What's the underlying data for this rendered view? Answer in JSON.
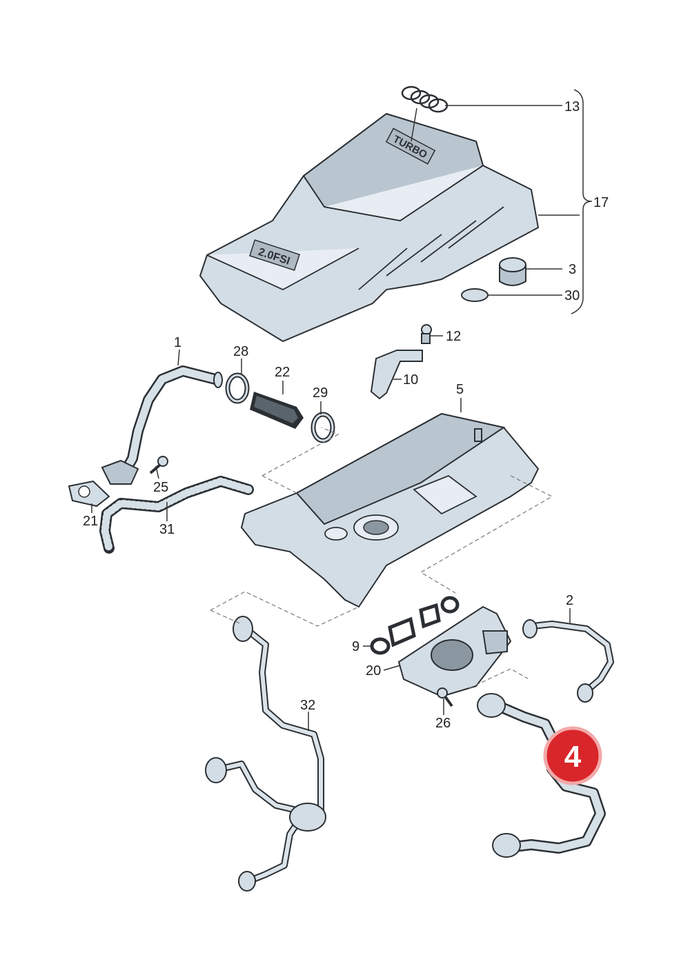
{
  "colors": {
    "part_fill": "#d3dde5",
    "part_outline": "#2b2f33",
    "highlight_ring": "#d9262a",
    "background": "#ffffff"
  },
  "cover": {
    "badge_top": "TURBO",
    "badge_front": "2.0FSI"
  },
  "callouts": {
    "c1": "1",
    "c2": "2",
    "c3": "3",
    "c4": "4",
    "c5": "5",
    "c9": "9",
    "c10": "10",
    "c12": "12",
    "c13": "13",
    "c17": "17",
    "c20": "20",
    "c21": "21",
    "c22": "22",
    "c25": "25",
    "c26": "26",
    "c28": "28",
    "c29": "29",
    "c30": "30",
    "c31": "31",
    "c32": "32"
  },
  "highlight": {
    "part": "4",
    "color": "#d9262a"
  }
}
